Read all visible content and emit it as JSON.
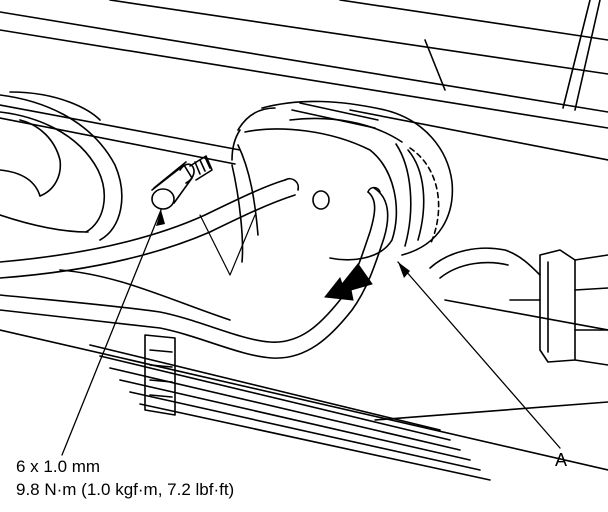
{
  "callouts": {
    "bolt_size": "6 x 1.0 mm",
    "torque": "9.8 N·m (1.0 kgf·m, 7.2 lbf·ft)",
    "grommet_label": "A"
  },
  "colors": {
    "line": "#000000",
    "background": "#ffffff"
  },
  "icons": {
    "bolt": "bolt-icon",
    "direction_arrow": "removal-direction-arrow-icon"
  }
}
